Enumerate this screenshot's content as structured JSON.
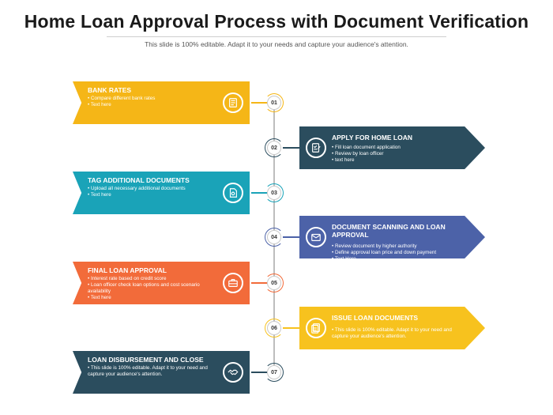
{
  "title": "Home Loan Approval Process with Document Verification",
  "subtitle": "This slide is 100% editable. Adapt it to your needs and capture your audience's attention.",
  "colors": {
    "yellow": "#F5B617",
    "dark_teal": "#2B4D5E",
    "teal": "#1AA3B8",
    "blue": "#4C62A8",
    "orange": "#F26B3A",
    "yellow_light": "#F7C21E"
  },
  "steps": [
    {
      "number": "01",
      "title": "BANK RATES",
      "bullets": [
        "Compare different bank rates",
        "Text here"
      ],
      "icon": "bank-rates-icon",
      "color": "#F5B617",
      "side": "left"
    },
    {
      "number": "02",
      "title": "APPLY  FOR HOME LOAN",
      "bullets": [
        "Fill loan document  application",
        "Review by loan officer",
        "text here"
      ],
      "icon": "application-form-icon",
      "color": "#2B4D5E",
      "side": "right"
    },
    {
      "number": "03",
      "title": "TAG ADDITIONAL DOCUMENTS",
      "bullets": [
        "Upload all necessary additional documents",
        "Text here"
      ],
      "icon": "document-tag-icon",
      "color": "#1AA3B8",
      "side": "left"
    },
    {
      "number": "04",
      "title": "DOCUMENT SCANNING AND LOAN APPROVAL",
      "bullets": [
        "Review document by higher authority",
        "Define approval loan price and down payment",
        "Text Here"
      ],
      "icon": "envelope-icon",
      "color": "#4C62A8",
      "side": "right"
    },
    {
      "number": "05",
      "title": "FINAL LOAN APPROVAL",
      "bullets": [
        "Interest rate based on credit score",
        "Loan officer check loan options and cost scenario availability",
        "Text here"
      ],
      "icon": "briefcase-icon",
      "color": "#F26B3A",
      "side": "left"
    },
    {
      "number": "06",
      "title": "ISSUE LOAN DOCUMENTS",
      "bullets": [
        "This slide is 100% editable. Adapt it to your need and capture your audience's attention."
      ],
      "icon": "loan-documents-icon",
      "color": "#F7C21E",
      "side": "right"
    },
    {
      "number": "07",
      "title": "LOAN DISBURSEMENT AND CLOSE",
      "bullets": [
        "This slide is 100% editable. Adapt it to your need and capture your audience's attention."
      ],
      "icon": "handshake-icon",
      "color": "#2B4D5E",
      "side": "left"
    }
  ]
}
